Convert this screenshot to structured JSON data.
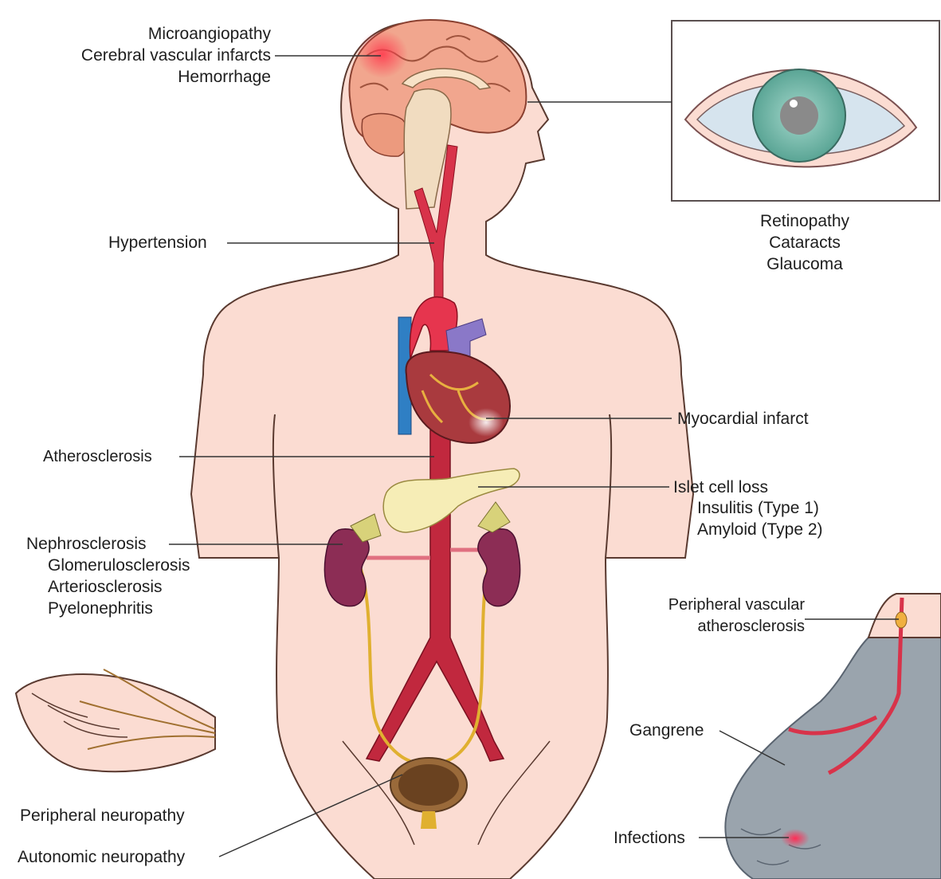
{
  "labels": {
    "brain": [
      "Microangiopathy",
      "Cerebral vascular infarcts",
      "Hemorrhage"
    ],
    "eye": [
      "Retinopathy",
      "Cataracts",
      "Glaucoma"
    ],
    "hypertension": "Hypertension",
    "myocardial": "Myocardial infarct",
    "atherosclerosis": "Atherosclerosis",
    "islet": "Islet cell loss",
    "islet_sub": [
      "Insulitis (Type 1)",
      "Amyloid (Type 2)"
    ],
    "kidney": "Nephrosclerosis",
    "kidney_sub": [
      "Glomerulosclerosis",
      "Arteriosclerosis",
      "Pyelonephritis"
    ],
    "pva": [
      "Peripheral vascular",
      "atherosclerosis"
    ],
    "gangrene": "Gangrene",
    "infections": "Infections",
    "peripheral_neuropathy": "Peripheral neuropathy",
    "autonomic_neuropathy": "Autonomic neuropathy"
  },
  "colors": {
    "skin": "#fbdcd2",
    "skin_outline": "#5a3a30",
    "brain": "#f1a68e",
    "artery": "#d8334a",
    "vein": "#2f7fc4",
    "heart": "#a93a3e",
    "kidney": "#8c2d55",
    "pancreas": "#f6edb6",
    "eye_iris": "#7dbfb0",
    "foot": "#9aa4ad",
    "leader_line": "#333333"
  }
}
